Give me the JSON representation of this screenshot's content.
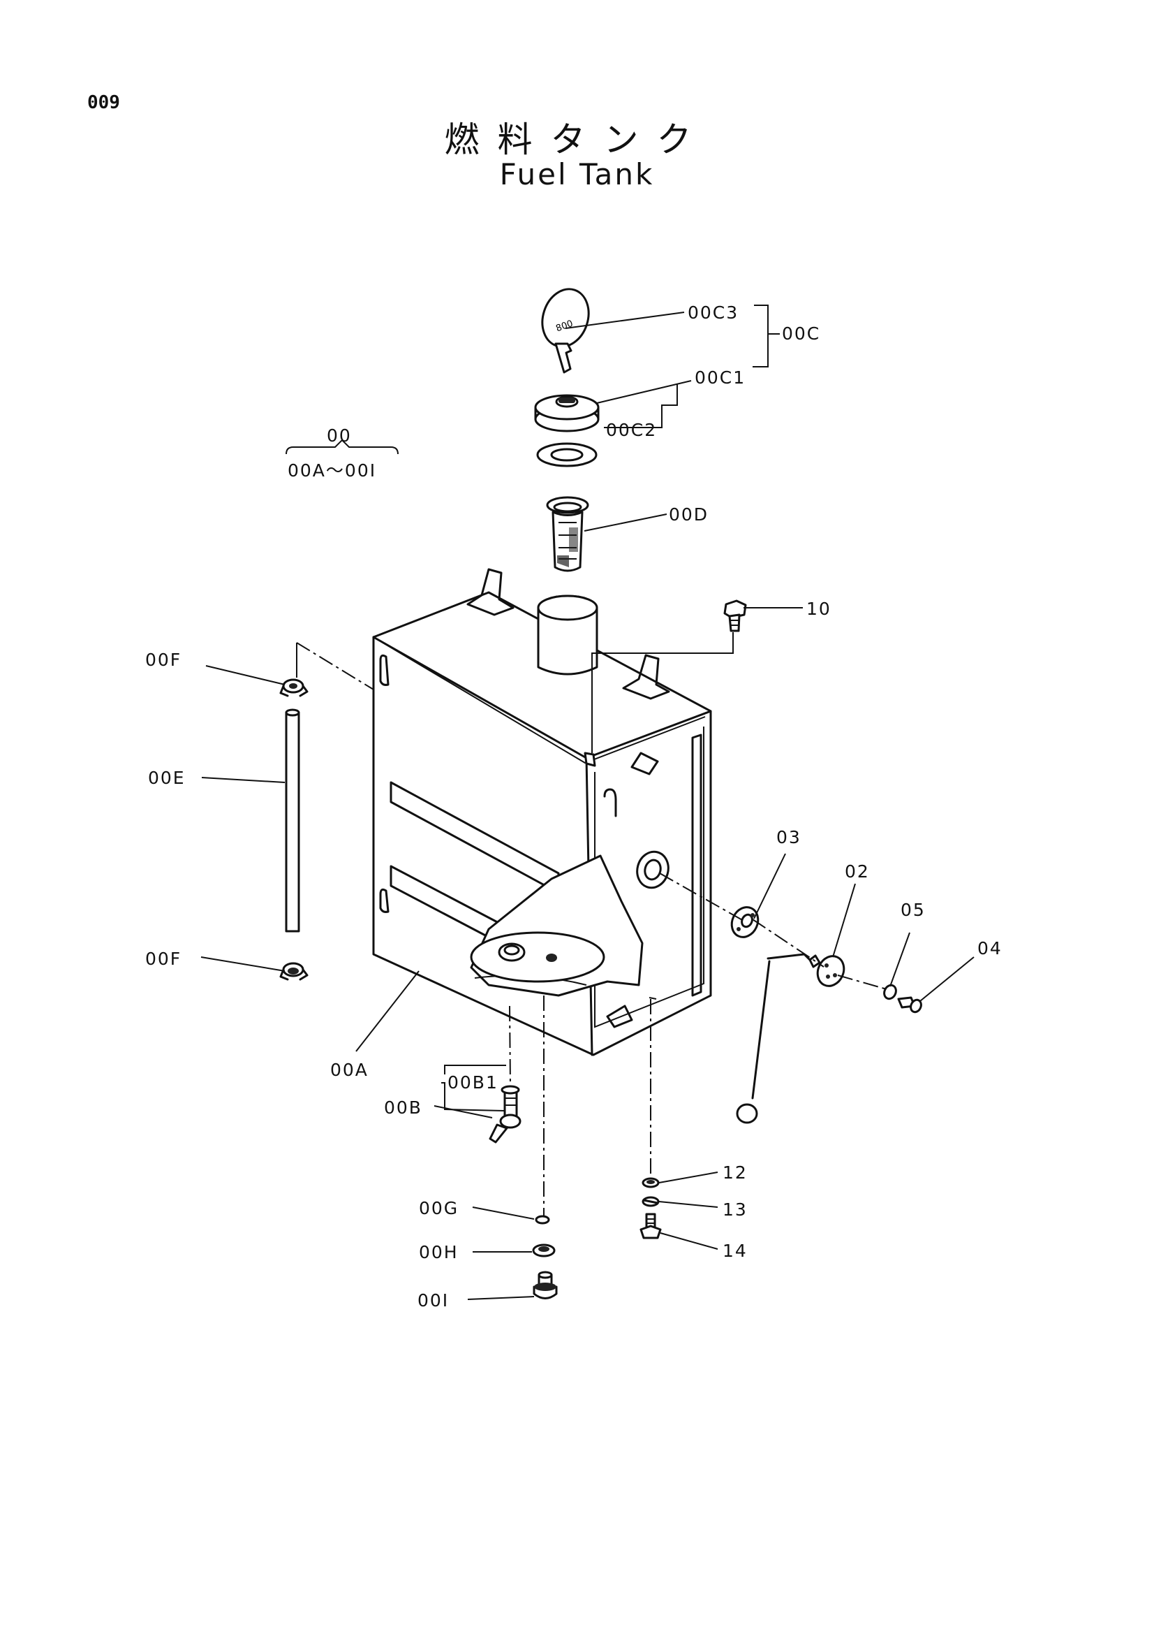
{
  "page_number": "009",
  "title_jp": "燃料タンク",
  "title_en": "Fuel Tank",
  "callouts": {
    "set_code": "00",
    "set_range": "00A～00I",
    "c00C3": "00C3",
    "c00C": "00C",
    "c00C1": "00C1",
    "c00C2": "00C2",
    "c00D": "00D",
    "c10": "10",
    "c00F_top": "00F",
    "c00E": "00E",
    "c00F_bottom": "00F",
    "c03": "03",
    "c02": "02",
    "c05": "05",
    "c04": "04",
    "c00A": "00A",
    "c00B1": "00B1",
    "c00B": "00B",
    "c12": "12",
    "c13": "13",
    "c14": "14",
    "c00G": "00G",
    "c00H": "00H",
    "c00I": "00I"
  },
  "key_marking": "800"
}
